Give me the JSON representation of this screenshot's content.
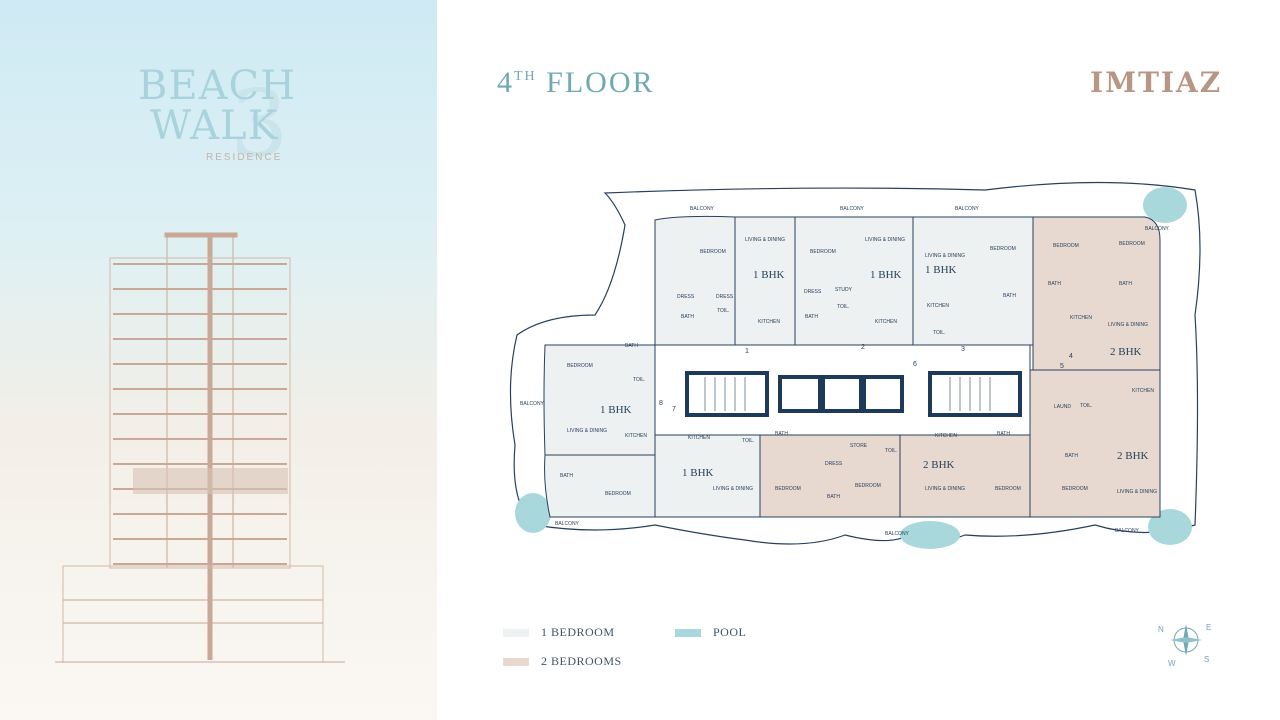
{
  "brand": {
    "logo_word_1": "BEACH",
    "logo_word_2": "WALK",
    "logo_numeral": "3",
    "logo_sub": "RESIDENCE",
    "developer": "IMTIAZ"
  },
  "page": {
    "floor_number": "4",
    "floor_ordinal": "TH",
    "floor_word": "FLOOR"
  },
  "colors": {
    "one_bedroom": "#edf1f2",
    "two_bedrooms": "#e8d9d0",
    "pool": "#a9d8dc",
    "plan_lines": "#27415c",
    "core": "#1e3a5a"
  },
  "legend": {
    "one_bedroom": "1 BEDROOM",
    "two_bedrooms": "2 BEDROOMS",
    "pool": "POOL"
  },
  "compass": {
    "n": "N",
    "s": "S",
    "e": "E",
    "w": "W"
  },
  "plan": {
    "unit_types": {
      "one_bhk": "1 BHK",
      "two_bhk": "2 BHK"
    },
    "rooms": {
      "bedroom": "BEDROOM",
      "living_dining": "LIVING & DINING",
      "kitchen": "KITCHEN",
      "bath": "BATH",
      "toil": "TOIL.",
      "dress": "DRESS",
      "study": "STUDY",
      "laund": "LAUND",
      "store": "STORE",
      "balcony": "BALCONY"
    },
    "door_numbers": [
      "1",
      "2",
      "3",
      "4",
      "5",
      "6",
      "7",
      "8"
    ]
  }
}
